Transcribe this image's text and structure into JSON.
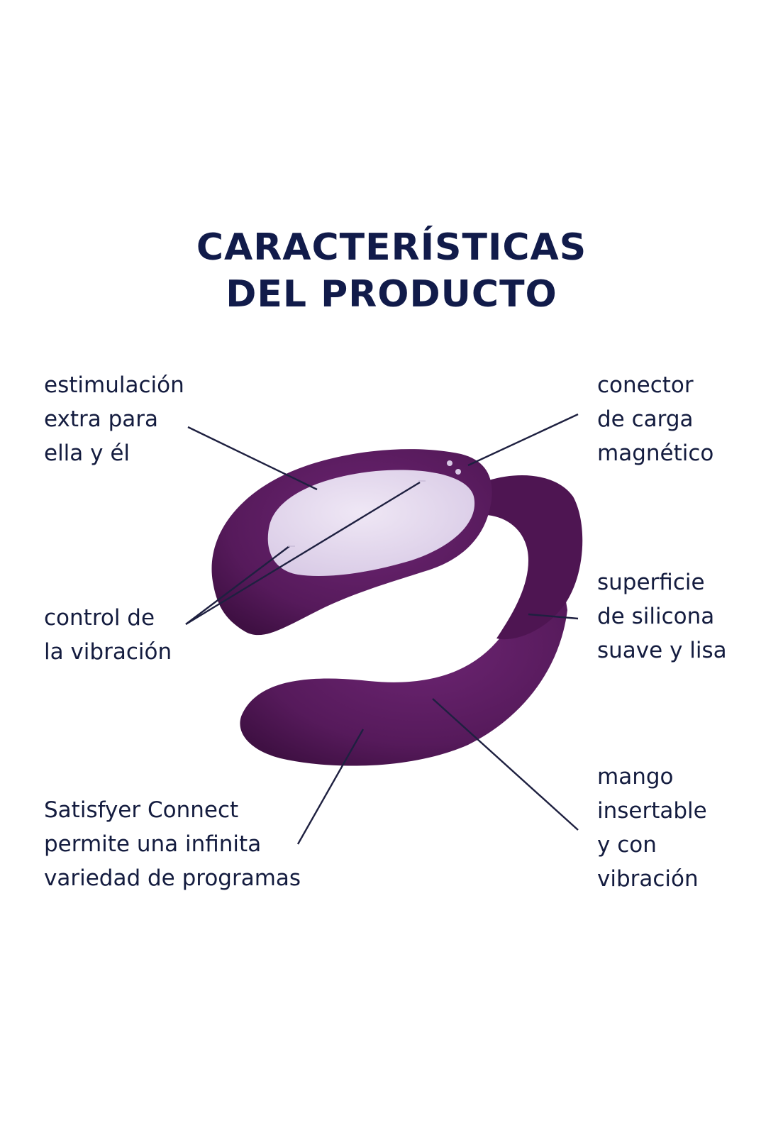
{
  "title": {
    "line1": "CARACTERÍSTICAS",
    "line2": "DEL PRODUCTO"
  },
  "features": {
    "extra_stimulation": [
      "estimulación",
      "extra para",
      "ella y él"
    ],
    "magnetic_charger": [
      "conector",
      "de carga",
      "magnético"
    ],
    "vibration_control": [
      "control de",
      "la vibración"
    ],
    "silicone_surface": [
      "superficie",
      "de silicona",
      "suave y lisa"
    ],
    "connect_app": [
      "Satisfyer Connect",
      "permite una infinita",
      "variedad de programas"
    ],
    "insertable_handle": [
      "mango",
      "insertable",
      "y con",
      "vibración"
    ]
  },
  "colors": {
    "title": "#111b4a",
    "text": "#141c3f",
    "product_purple": "#5a1a5e",
    "control_pad": "#e6dcef",
    "leader_line": "#1e2040"
  }
}
